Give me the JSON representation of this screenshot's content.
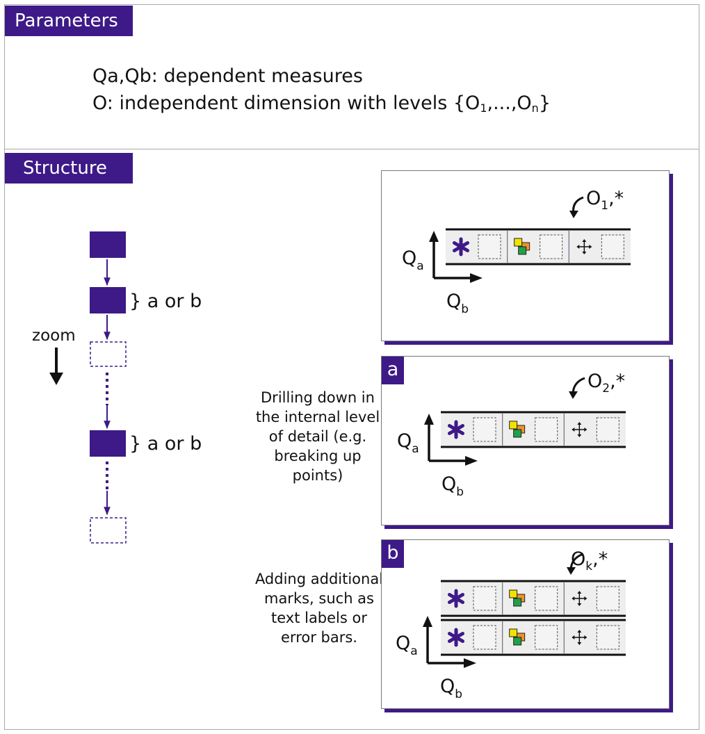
{
  "parameters": {
    "tab_label": "Parameters",
    "line1": "Qa,Qb: dependent measures",
    "line2_prefix": "O:   independent dimension with levels {O",
    "line2_sub1": "1",
    "line2_mid": ",...,O",
    "line2_sub2": "n",
    "line2_suffix": "}"
  },
  "structure": {
    "tab_label": "Structure",
    "zoom_label": "zoom",
    "a_or_b_label": "} a or b",
    "drill_text": "Drilling down in the internal level of detail (e.g. breaking up points)",
    "add_text": "Adding additional marks, such as text labels or error bars.",
    "panels": [
      {
        "badge": "",
        "level_main": "O",
        "level_sub": "1",
        "level_suffix": ",*"
      },
      {
        "badge": "a",
        "level_main": "O",
        "level_sub": "2",
        "level_suffix": ",*"
      },
      {
        "badge": "b",
        "level_main": "O",
        "level_sub": "k",
        "level_suffix": ",*"
      }
    ],
    "axis_y": {
      "main": "Q",
      "sub": "a"
    },
    "axis_x": {
      "main": "Q",
      "sub": "b"
    }
  },
  "colors": {
    "accent": "#3d1a87",
    "mark_yellow": "#f2e200",
    "mark_orange": "#f0922b",
    "mark_green": "#1fa04a",
    "cell_bg": "#eeeeee"
  },
  "icons": [
    "asterisk-icon",
    "squares-cluster-icon",
    "crosshair-icon"
  ]
}
